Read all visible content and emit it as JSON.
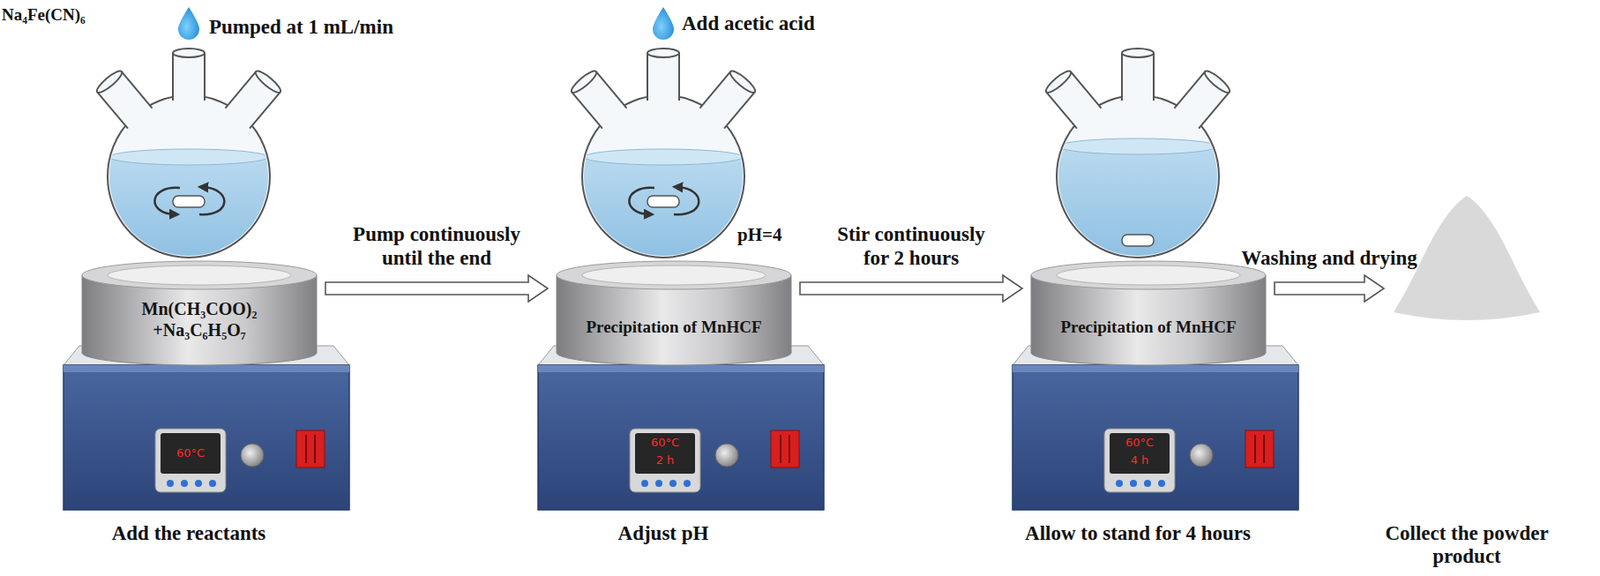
{
  "diagram": {
    "nodes": [
      {
        "text": [
          "Mn(CH₃COO)₂ +Na₃C₆H₅O₇"
        ]
      },
      {
        "text": [
          "Precipitation of MnHCF"
        ]
      },
      {
        "text": [
          "Precipitation of MnHCF"
        ]
      },
      {
        "text": [
          "Collect the powder product"
        ]
      }
    ],
    "edges": [
      {
        "from": 0,
        "to": 1,
        "arrow": "to",
        "label": "Pump continuously until the end"
      },
      {
        "from": 1,
        "to": 2,
        "arrow": "to",
        "label": "Stir continuously for 2 hours"
      },
      {
        "from": 2,
        "to": 3,
        "arrow": "to",
        "label": "Washing and drying"
      }
    ],
    "labels": [
      "Na₄Fe(CN)₆",
      "Pumped at 1 mL/min",
      "Add acetic acid",
      "pH=4",
      "60°C",
      "60°C",
      "2 h",
      "60°C",
      "4 h",
      "Add the reactants",
      "Adjust pH",
      "Allow to stand for 4 hours"
    ]
  }
}
